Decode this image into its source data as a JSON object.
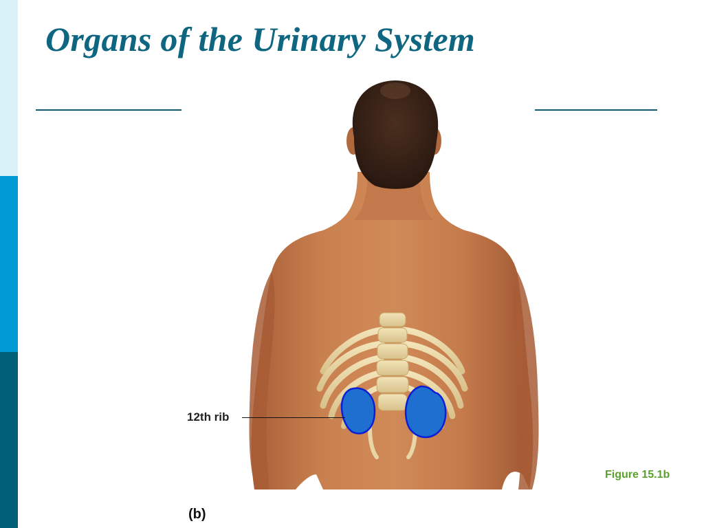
{
  "slide": {
    "title": "Organs of the Urinary System",
    "figure_caption": "Figure 15.1b",
    "panel_letter": "(b)"
  },
  "illustration": {
    "label": "12th rib",
    "subject": "back-view-torso",
    "highlight": "kidneys"
  },
  "colors": {
    "sidebar_top": "#d9f2f8",
    "sidebar_mid": "#0099d6",
    "sidebar_bottom": "#005f76",
    "title": "#0e6680",
    "blank_line": "#0e5c74",
    "kidney_fill": "#1e6fd0",
    "kidney_outline": "#0a1fd6",
    "caption": "#5aa02c",
    "skin": "#c57a4e",
    "bone": "#ead7a6",
    "hair": "#3a2418"
  }
}
